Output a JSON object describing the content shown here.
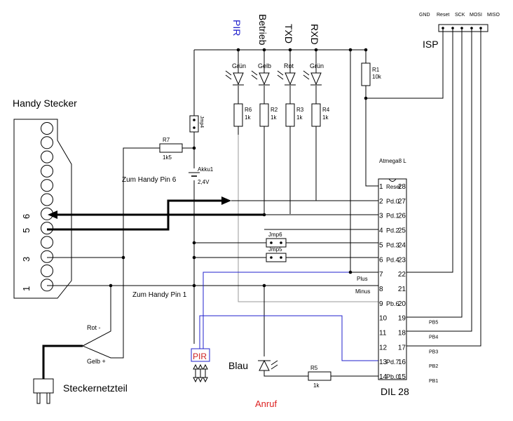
{
  "diagram": {
    "connector": {
      "title": "Handy Stecker",
      "pin_labels": [
        "6",
        "5",
        "3",
        "1"
      ]
    },
    "isp": {
      "title": "ISP",
      "pins": [
        "GND",
        "Reset",
        "SCK",
        "MOSI",
        "MISO"
      ]
    },
    "leds": [
      {
        "color": "Grün",
        "signal": "PIR",
        "resistor": "R6",
        "value": "1k"
      },
      {
        "color": "Gelb",
        "signal": "Betrieb",
        "resistor": "R2",
        "value": "1k"
      },
      {
        "color": "Rot",
        "signal": "TXD",
        "resistor": "R3",
        "value": "1k"
      },
      {
        "color": "Grün",
        "signal": "RXD",
        "resistor": "R4",
        "value": "1k"
      }
    ],
    "r1": {
      "name": "R1",
      "value": "10k"
    },
    "r7": {
      "name": "R7",
      "value": "1k5"
    },
    "r5": {
      "name": "R5",
      "value": "1k"
    },
    "jumpers": [
      "Jmp4",
      "Jmp6",
      "Jmp5"
    ],
    "battery": {
      "name": "Akku1",
      "value": "2,4V"
    },
    "notes": {
      "handy_pin6": "Zum Handy Pin 6",
      "handy_pin1": "Zum Handy Pin 1",
      "wire_red": "Rot  -",
      "wire_yellow": "Gelb  +",
      "psu": "Steckernetzteil",
      "pir": "PIR",
      "blau": "Blau",
      "anruf": "Anruf"
    },
    "mcu": {
      "name": "Atmega8 L",
      "package": "DIL 28",
      "left_pins": [
        {
          "num": "1",
          "name": "Reset"
        },
        {
          "num": "2",
          "name": "Pd.0"
        },
        {
          "num": "3",
          "name": "Pd.1"
        },
        {
          "num": "4",
          "name": "Pd.2"
        },
        {
          "num": "5",
          "name": "Pd.3"
        },
        {
          "num": "6",
          "name": "Pd.4"
        },
        {
          "num": "7",
          "name": ""
        },
        {
          "num": "8",
          "name": ""
        },
        {
          "num": "9",
          "name": "Pb.6"
        },
        {
          "num": "10",
          "name": ""
        },
        {
          "num": "11",
          "name": ""
        },
        {
          "num": "12",
          "name": ""
        },
        {
          "num": "13",
          "name": "Pd.7"
        },
        {
          "num": "14",
          "name": "Pb.0"
        }
      ],
      "right_pins": [
        {
          "num": "28",
          "name": ""
        },
        {
          "num": "27",
          "name": ""
        },
        {
          "num": "26",
          "name": ""
        },
        {
          "num": "25",
          "name": ""
        },
        {
          "num": "24",
          "name": ""
        },
        {
          "num": "23",
          "name": ""
        },
        {
          "num": "22",
          "name": ""
        },
        {
          "num": "21",
          "name": ""
        },
        {
          "num": "20",
          "name": ""
        },
        {
          "num": "19",
          "name": "PB5"
        },
        {
          "num": "18",
          "name": "PB4"
        },
        {
          "num": "17",
          "name": "PB3"
        },
        {
          "num": "16",
          "name": "PB2"
        },
        {
          "num": "15",
          "name": "PB1"
        }
      ],
      "plus": "Plus",
      "minus": "Minus"
    }
  }
}
